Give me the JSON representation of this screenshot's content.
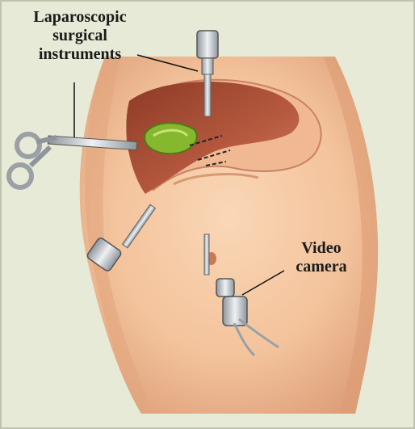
{
  "labels": {
    "instruments": [
      "Laparoscopic",
      "surgical",
      "instruments"
    ],
    "camera": [
      "Video",
      "camera"
    ]
  },
  "colors": {
    "background": "#e6ead6",
    "skin": "#f3c6a0",
    "skin_shadow": "#d7946b",
    "liver": "#a44a33",
    "gallbladder": "#7fae2c",
    "instrument_metal": "#c9ced2"
  }
}
